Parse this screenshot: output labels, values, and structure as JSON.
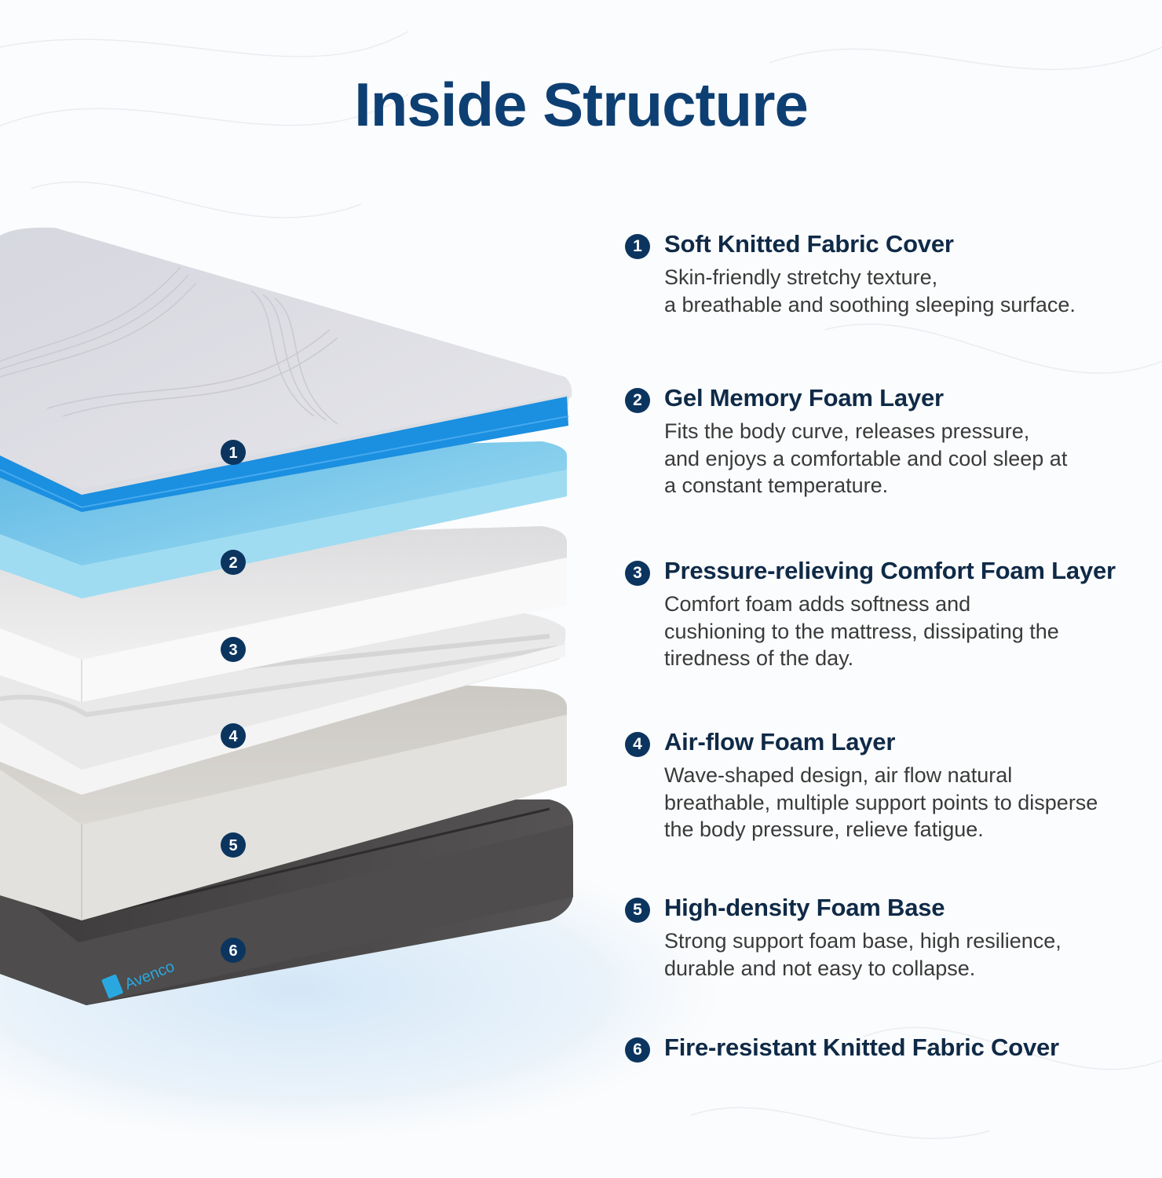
{
  "title": "Inside Structure",
  "brand": {
    "name": "Avenco",
    "logo_icon": "brand-logo-icon"
  },
  "colors": {
    "title": "#0d3f73",
    "badge": "#0b355f",
    "feature_title": "#0f2a47",
    "feature_desc": "#3a3a3a",
    "cover_top": "#dfe0e6",
    "cover_edge_blue": "#1b8fe0",
    "gel_blue": "#8fd3ef",
    "comfort_white": "#f2f2f2",
    "airflow_white": "#ececec",
    "base_gray": "#d9d7d3",
    "fire_cover_dark": "#4a4848",
    "brand_blue": "#29a8e0"
  },
  "layers": [
    {
      "number": "1",
      "name": "Soft Knitted Fabric Cover"
    },
    {
      "number": "2",
      "name": "Gel Memory Foam Layer"
    },
    {
      "number": "3",
      "name": "Pressure-relieving Comfort Foam Layer"
    },
    {
      "number": "4",
      "name": "Air-flow Foam Layer"
    },
    {
      "number": "5",
      "name": "High-density Foam Base"
    },
    {
      "number": "6",
      "name": "Fire-resistant Knitted Fabric Cover"
    }
  ],
  "features": [
    {
      "number": "1",
      "title": "Soft Knitted Fabric Cover",
      "description_lines": [
        "Skin-friendly stretchy texture,",
        "a breathable and soothing sleeping surface."
      ]
    },
    {
      "number": "2",
      "title": "Gel Memory Foam Layer",
      "description_lines": [
        "Fits the body curve, releases pressure,",
        "and enjoys a comfortable and cool sleep at",
        "a constant temperature."
      ]
    },
    {
      "number": "3",
      "title": "Pressure-relieving Comfort Foam Layer",
      "description_lines": [
        "Comfort foam adds softness and",
        "cushioning to the mattress, dissipating the",
        "tiredness of the day."
      ]
    },
    {
      "number": "4",
      "title": "Air-flow Foam Layer",
      "description_lines": [
        "Wave-shaped design, air flow natural",
        "breathable, multiple support points to disperse",
        "the body pressure, relieve fatigue."
      ]
    },
    {
      "number": "5",
      "title": "High-density Foam Base",
      "description_lines": [
        "Strong support foam base, high resilience,",
        "durable and not easy to collapse."
      ]
    },
    {
      "number": "6",
      "title": "Fire-resistant Knitted Fabric Cover",
      "description_lines": []
    }
  ]
}
